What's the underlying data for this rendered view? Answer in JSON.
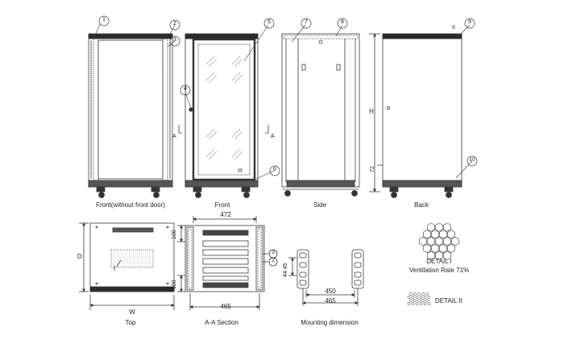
{
  "callouts": [
    "1",
    "2",
    "3",
    "4",
    "5",
    "6",
    "7",
    "8",
    "9",
    "10"
  ],
  "views": {
    "front_no_door": "Front(without front door)",
    "front": "Front",
    "side": "Side",
    "back": "Back",
    "top": "Top",
    "section": "A-A Section",
    "mounting": "Mounting dimension"
  },
  "markers": {
    "section_a_left": "A",
    "section_a_right": "A",
    "detail_i_ref": "I",
    "detail_ii_ref": "II",
    "detail_iii_ref": "III"
  },
  "dimensions": {
    "height": "H",
    "base": "72",
    "depth": "D",
    "width": "W",
    "section_depth_top": "100",
    "section_depth_bottom": "100",
    "section_inner_width": "472",
    "section_outer_width": "465",
    "mount_spacing": "44.45",
    "mount_inner": "450",
    "mount_outer": "465"
  },
  "details": {
    "detail_i_title": "DETAIL I",
    "detail_i_note": "Ventilation Rate 71%",
    "detail_ii_title": "DETAIL II"
  },
  "colors": {
    "line": "#3a3a3a",
    "dark": "#1f1f1f",
    "glass": "#b8b8b8"
  }
}
